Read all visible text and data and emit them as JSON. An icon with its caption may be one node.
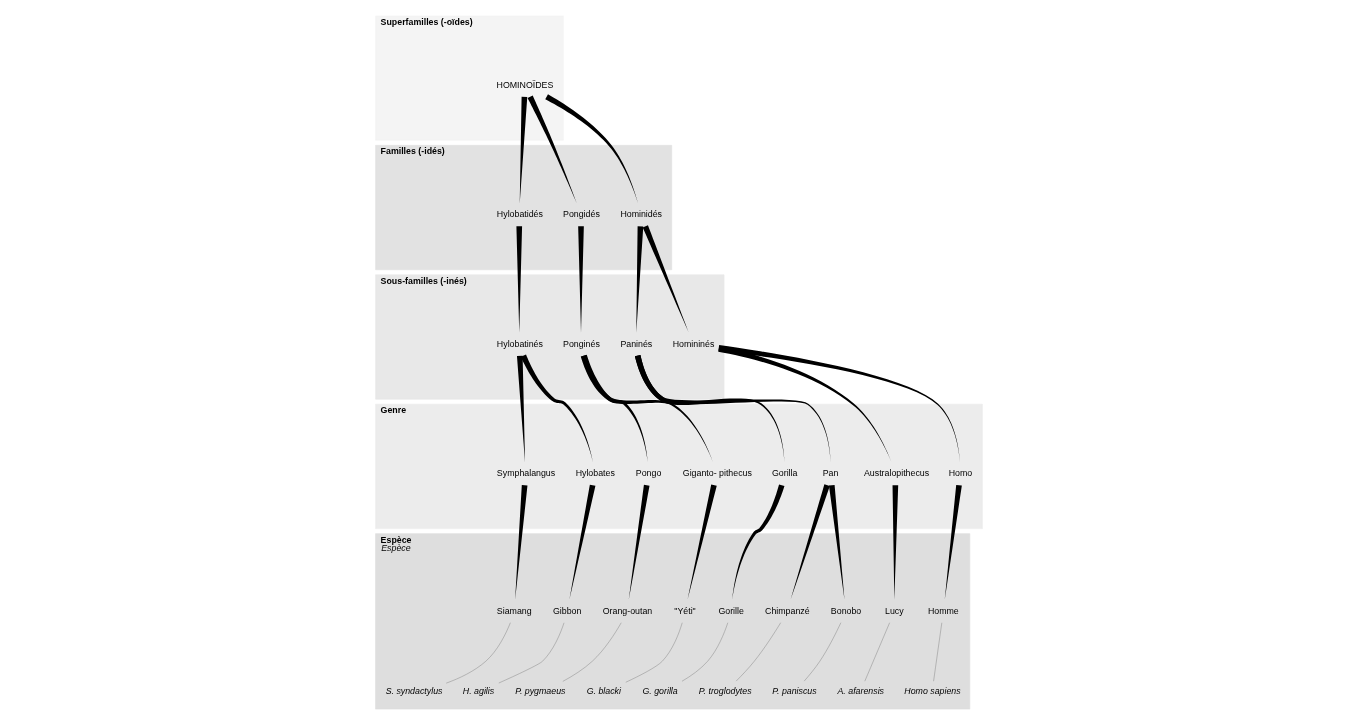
{
  "diagram": {
    "nodes": [
      {
        "text": [
          "Superfamilles (-oïdes)"
        ]
      },
      {
        "text": [
          "HOMINOÏDES"
        ],
        "in": 0
      },
      {
        "text": [
          "Familles (-idés)"
        ]
      },
      {
        "text": [
          "Hylobatidés"
        ],
        "in": 2
      },
      {
        "text": [
          "Pongidés"
        ],
        "in": 2
      },
      {
        "text": [
          "Hominidés"
        ],
        "in": 2
      },
      {
        "text": [
          "Sous-familles (-inés)"
        ]
      },
      {
        "text": [
          "Hylobatinés"
        ],
        "in": 6
      },
      {
        "text": [
          "Ponginés"
        ],
        "in": 6
      },
      {
        "text": [
          "Paninés"
        ],
        "in": 6
      },
      {
        "text": [
          "Homininés"
        ],
        "in": 6
      },
      {
        "text": [
          "Genre"
        ]
      },
      {
        "text": [
          "Symphalangus"
        ],
        "in": 11
      },
      {
        "text": [
          "Hylobates"
        ],
        "in": 11
      },
      {
        "text": [
          "Pongo"
        ],
        "in": 11
      },
      {
        "text": [
          "Giganto- pithecus"
        ],
        "in": 11
      },
      {
        "text": [
          "Gorilla"
        ],
        "in": 11
      },
      {
        "text": [
          "Pan"
        ],
        "in": 11
      },
      {
        "text": [
          "Australopithecus"
        ],
        "in": 11
      },
      {
        "text": [
          "Homo"
        ],
        "in": 11
      },
      {
        "text": [
          "Espèce",
          "Espèce"
        ]
      },
      {
        "text": [
          "Siamang"
        ],
        "in": 20
      },
      {
        "text": [
          "S. syndactylus"
        ],
        "in": 20
      },
      {
        "text": [
          "Gibbon"
        ],
        "in": 20
      },
      {
        "text": [
          "H. agilis"
        ],
        "in": 20
      },
      {
        "text": [
          "Orang-outan"
        ],
        "in": 20
      },
      {
        "text": [
          "P. pygmaeus"
        ],
        "in": 20
      },
      {
        "text": [
          "\"Yéti\""
        ],
        "in": 20
      },
      {
        "text": [
          "G. blacki"
        ],
        "in": 20
      },
      {
        "text": [
          "Gorille"
        ],
        "in": 20
      },
      {
        "text": [
          "G. gorilla"
        ],
        "in": 20
      },
      {
        "text": [
          "Chimpanzé"
        ],
        "in": 20
      },
      {
        "text": [
          "P. troglodytes"
        ],
        "in": 20
      },
      {
        "text": [
          "Bonobo"
        ],
        "in": 20
      },
      {
        "text": [
          "P. paniscus"
        ],
        "in": 20
      },
      {
        "text": [
          "Lucy"
        ],
        "in": 20
      },
      {
        "text": [
          "A. afarensis"
        ],
        "in": 20
      },
      {
        "text": [
          "Homme"
        ],
        "in": 20
      },
      {
        "text": [
          "Homo sapiens"
        ],
        "in": 20
      }
    ],
    "edges": [
      {
        "from": 1,
        "to": 3,
        "arrow": "none",
        "style": "thick"
      },
      {
        "from": 1,
        "to": 4,
        "arrow": "none",
        "style": "thick"
      },
      {
        "from": 1,
        "to": 5,
        "arrow": "none",
        "style": "thick"
      },
      {
        "from": 3,
        "to": 7,
        "arrow": "none",
        "style": "thick"
      },
      {
        "from": 4,
        "to": 8,
        "arrow": "none",
        "style": "thick"
      },
      {
        "from": 5,
        "to": 9,
        "arrow": "none",
        "style": "thick"
      },
      {
        "from": 5,
        "to": 10,
        "arrow": "none",
        "style": "thick"
      },
      {
        "from": 7,
        "to": 12,
        "arrow": "none",
        "style": "thick"
      },
      {
        "from": 7,
        "to": 13,
        "arrow": "none",
        "style": "thick"
      },
      {
        "from": 8,
        "to": 14,
        "arrow": "none",
        "style": "thick"
      },
      {
        "from": 8,
        "to": 15,
        "arrow": "none",
        "style": "thick"
      },
      {
        "from": 9,
        "to": 16,
        "arrow": "none",
        "style": "thick"
      },
      {
        "from": 9,
        "to": 17,
        "arrow": "none",
        "style": "thick"
      },
      {
        "from": 10,
        "to": 18,
        "arrow": "none",
        "style": "thick"
      },
      {
        "from": 10,
        "to": 19,
        "arrow": "none",
        "style": "thick"
      },
      {
        "from": 12,
        "to": 21,
        "arrow": "none",
        "style": "thick"
      },
      {
        "from": 13,
        "to": 23,
        "arrow": "none",
        "style": "thick"
      },
      {
        "from": 14,
        "to": 25,
        "arrow": "none",
        "style": "thick"
      },
      {
        "from": 15,
        "to": 27,
        "arrow": "none",
        "style": "thick"
      },
      {
        "from": 16,
        "to": 29,
        "arrow": "none",
        "style": "thick"
      },
      {
        "from": 17,
        "to": 31,
        "arrow": "none",
        "style": "thick"
      },
      {
        "from": 17,
        "to": 33,
        "arrow": "none",
        "style": "thick"
      },
      {
        "from": 18,
        "to": 35,
        "arrow": "none",
        "style": "thick"
      },
      {
        "from": 19,
        "to": 37,
        "arrow": "none",
        "style": "thick"
      },
      {
        "from": 21,
        "to": 22,
        "arrow": "none"
      },
      {
        "from": 23,
        "to": 24,
        "arrow": "none"
      },
      {
        "from": 25,
        "to": 26,
        "arrow": "none"
      },
      {
        "from": 27,
        "to": 28,
        "arrow": "none"
      },
      {
        "from": 29,
        "to": 30,
        "arrow": "none"
      },
      {
        "from": 31,
        "to": 32,
        "arrow": "none"
      },
      {
        "from": 33,
        "to": 34,
        "arrow": "none"
      },
      {
        "from": 35,
        "to": 36,
        "arrow": "none"
      },
      {
        "from": 37,
        "to": 38,
        "arrow": "none"
      }
    ]
  }
}
